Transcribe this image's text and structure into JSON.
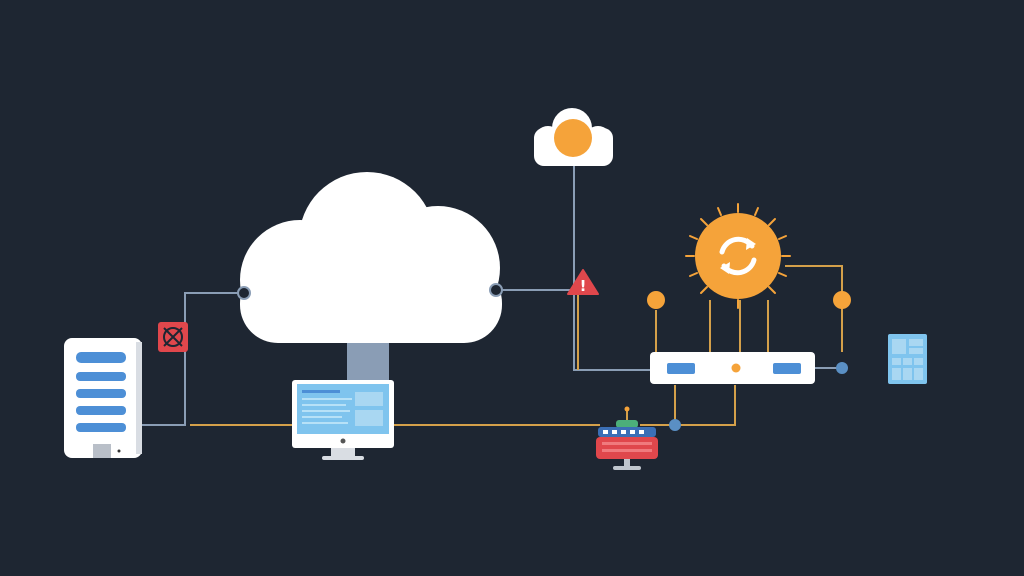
{
  "diagram": {
    "nodes": [
      {
        "id": "server",
        "icon": "server-icon"
      },
      {
        "id": "firewall",
        "icon": "firewall-icon"
      },
      {
        "id": "cloud-main",
        "icon": "cloud-icon"
      },
      {
        "id": "monitor",
        "icon": "desktop-monitor-icon"
      },
      {
        "id": "cloud-small",
        "icon": "cloud-sun-icon"
      },
      {
        "id": "warning",
        "icon": "warning-icon"
      },
      {
        "id": "sync-hub",
        "icon": "sync-gear-icon"
      },
      {
        "id": "switch",
        "icon": "network-switch-icon"
      },
      {
        "id": "router",
        "icon": "router-icon"
      },
      {
        "id": "panel",
        "icon": "grid-panel-icon"
      }
    ],
    "warning_glyph": "!"
  },
  "colors": {
    "background": "#1e2632",
    "line_gray": "#8a9db5",
    "line_orange": "#d4a04a",
    "orange": "#f5a33a",
    "white": "#ffffff",
    "blue": "#4d8fd6",
    "light_blue": "#7fc4ee",
    "red": "#e0474c"
  }
}
